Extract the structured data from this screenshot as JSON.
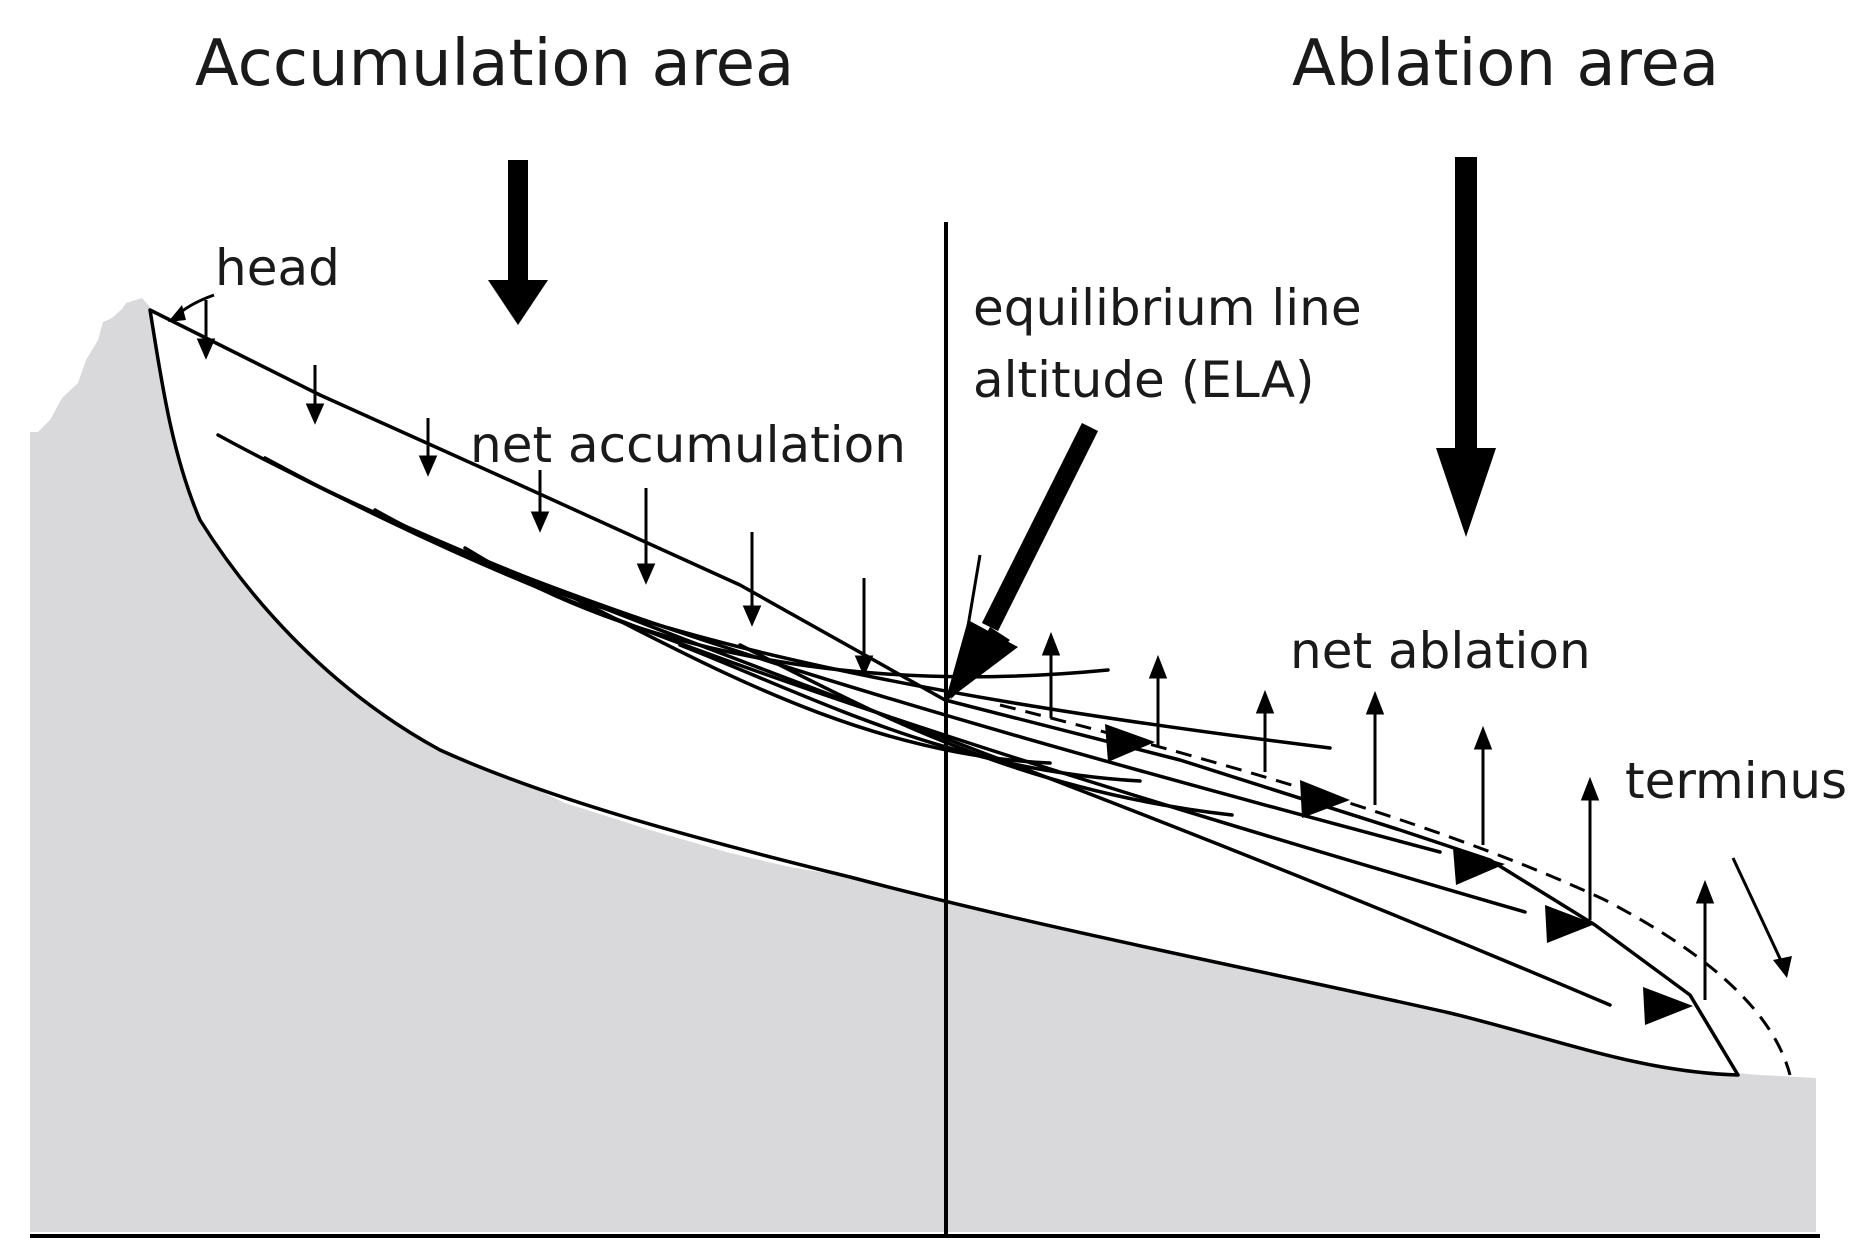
{
  "labels": {
    "accumulation_area": "Accumulation area",
    "ablation_area": "Ablation area",
    "head": "head",
    "net_accumulation": "net accumulation",
    "equilibrium_line_1": "equilibrium line",
    "equilibrium_line_2": "altitude (ELA)",
    "net_ablation": "net ablation",
    "terminus": "terminus"
  },
  "colors": {
    "ground": "#d9d9db",
    "ice": "#ffffff",
    "line": "#000000"
  }
}
